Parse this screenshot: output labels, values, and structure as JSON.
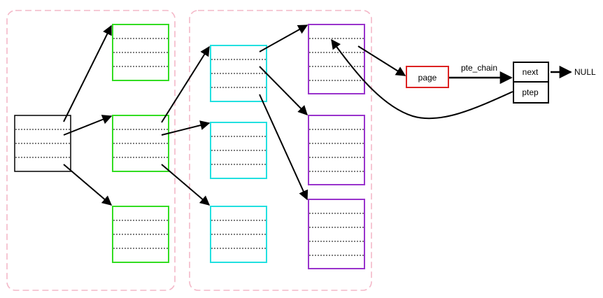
{
  "labels": {
    "page": "page",
    "pte_chain": "pte_chain",
    "next": "next",
    "ptep": "ptep",
    "null": "NULL"
  },
  "colors": {
    "group_border": "#f4b8c8",
    "root_table": "#000000",
    "level2_table": "#33dd22",
    "level3_table": "#22e0e0",
    "level4_table": "#9933cc",
    "page_box": "#dd2222",
    "chain_box": "#000000",
    "arrow": "#000000"
  }
}
